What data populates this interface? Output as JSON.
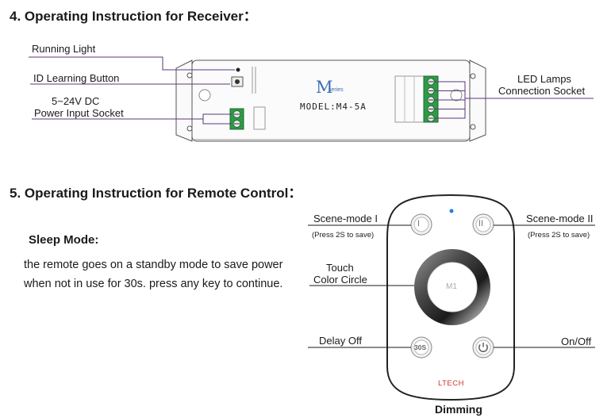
{
  "section4": {
    "title": "4. Operating Instruction for Receiver：",
    "labels": {
      "running_light": "Running Light",
      "id_learning_button": "ID Learning Button",
      "voltage": "5~24V DC",
      "power_input_socket": "Power Input Socket",
      "led_lamps": "LED Lamps",
      "connection_socket": "Connection Socket"
    },
    "device": {
      "brand_mark": "M",
      "series": "series",
      "model": "MODEL:M4-5A"
    }
  },
  "section5": {
    "title": "5. Operating Instruction for Remote Control：",
    "sleep_mode_heading": "Sleep Mode:",
    "sleep_mode_text": "the remote goes on a standby mode to save power when not in use for 30s. press any key to continue.",
    "labels": {
      "scene_mode_1": "Scene-mode I",
      "scene_mode_1_note": "(Press 2S to save)",
      "scene_mode_2": "Scene-mode II",
      "scene_mode_2_note": "(Press 2S to save)",
      "touch": "Touch",
      "color_circle": "Color Circle",
      "delay_off": "Delay Off",
      "on_off": "On/Off",
      "dimming": "Dimming"
    },
    "remote": {
      "button_1": "I",
      "button_2": "II",
      "center_label": "M1",
      "button_delay": "30S",
      "brand": "LTECH"
    }
  },
  "colors": {
    "leader_line": "#5a3a7a",
    "terminal_green": "#2f9a47",
    "brand_red": "#d0342c",
    "indicator_blue": "#2a7de1"
  }
}
